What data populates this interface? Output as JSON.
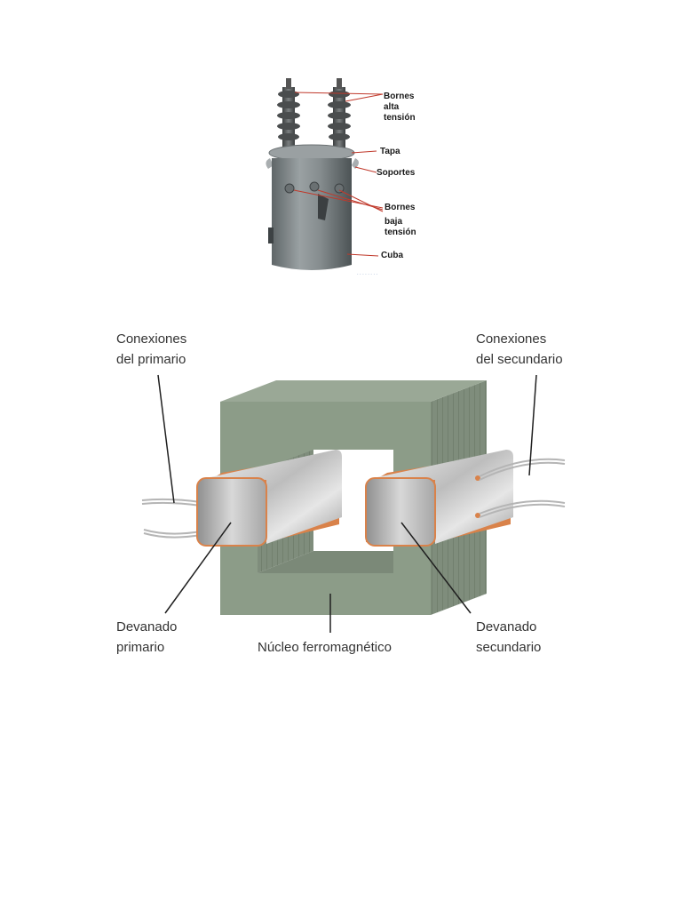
{
  "photo": {
    "labels": {
      "bornes_alta_1": "Bornes",
      "bornes_alta_2": "alta",
      "bornes_alta_3": "tensión",
      "tapa": "Tapa",
      "soportes": "Soportes",
      "bornes_baja_1": "Bornes",
      "bornes_baja_2": "baja",
      "bornes_baja_3": "tensión",
      "cuba": "Cuba"
    }
  },
  "diagram": {
    "labels": {
      "conexiones_primario_1": "Conexiones",
      "conexiones_primario_2": "del primario",
      "conexiones_secundario_1": "Conexiones",
      "conexiones_secundario_2": "del secundario",
      "devanado_primario_1": "Devanado",
      "devanado_primario_2": "primario",
      "nucleo": "Núcleo ferromagnético",
      "devanado_secundario_1": "Devanado",
      "devanado_secundario_2": "secundario"
    }
  },
  "colors": {
    "core_front": "#8c9c88",
    "core_side": "#7d8b7a",
    "coil_copper": "#d9824a",
    "coil_silver": "#c9c9c9"
  }
}
